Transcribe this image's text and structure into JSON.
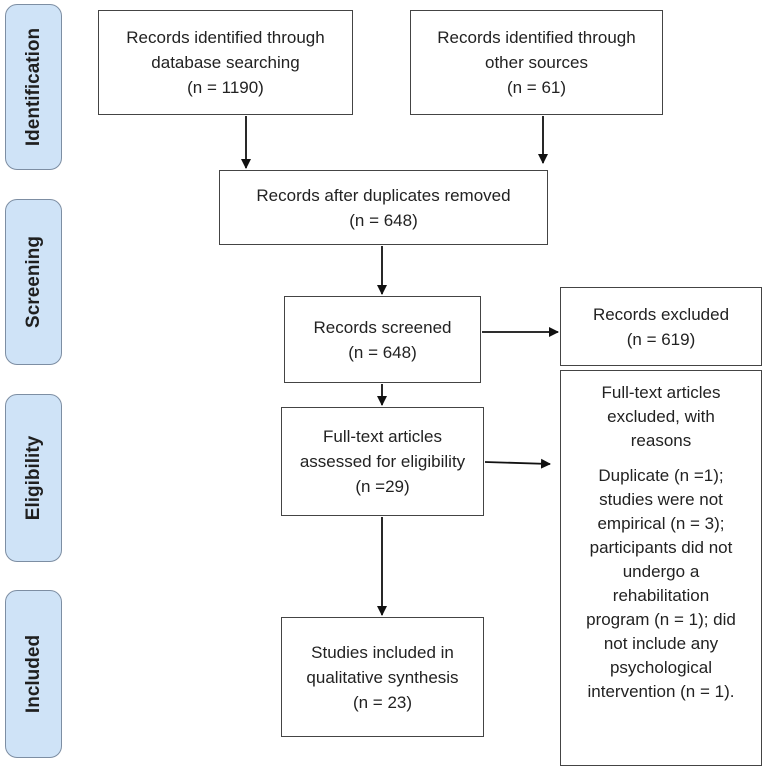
{
  "stages": {
    "identification": "Identification",
    "screening": "Screening",
    "eligibility": "Eligibility",
    "included": "Included"
  },
  "boxes": {
    "database": [
      "Records identified through",
      "database searching",
      "(n = 1190)"
    ],
    "other_sources": [
      "Records identified through",
      "other sources",
      "(n = 61)"
    ],
    "after_duplicates": [
      "Records after duplicates removed",
      "(n = 648)"
    ],
    "screened": [
      "Records screened",
      "(n = 648)"
    ],
    "excluded": [
      "Records excluded",
      "(n = 619)"
    ],
    "fulltext_assessed": [
      "Full-text articles",
      "assessed for eligibility",
      "(n =29)"
    ],
    "fulltext_excluded_heading": [
      "Full-text articles",
      "excluded, with",
      "reasons"
    ],
    "fulltext_excluded_reasons": [
      "Duplicate (n =1);",
      "studies were not",
      "empirical (n = 3);",
      "participants did not",
      "undergo a",
      "rehabilitation",
      "program (n = 1); did",
      "not include any",
      "psychological",
      "intervention (n = 1)."
    ],
    "included": [
      "Studies included in",
      "qualitative synthesis",
      "(n = 23)"
    ]
  }
}
